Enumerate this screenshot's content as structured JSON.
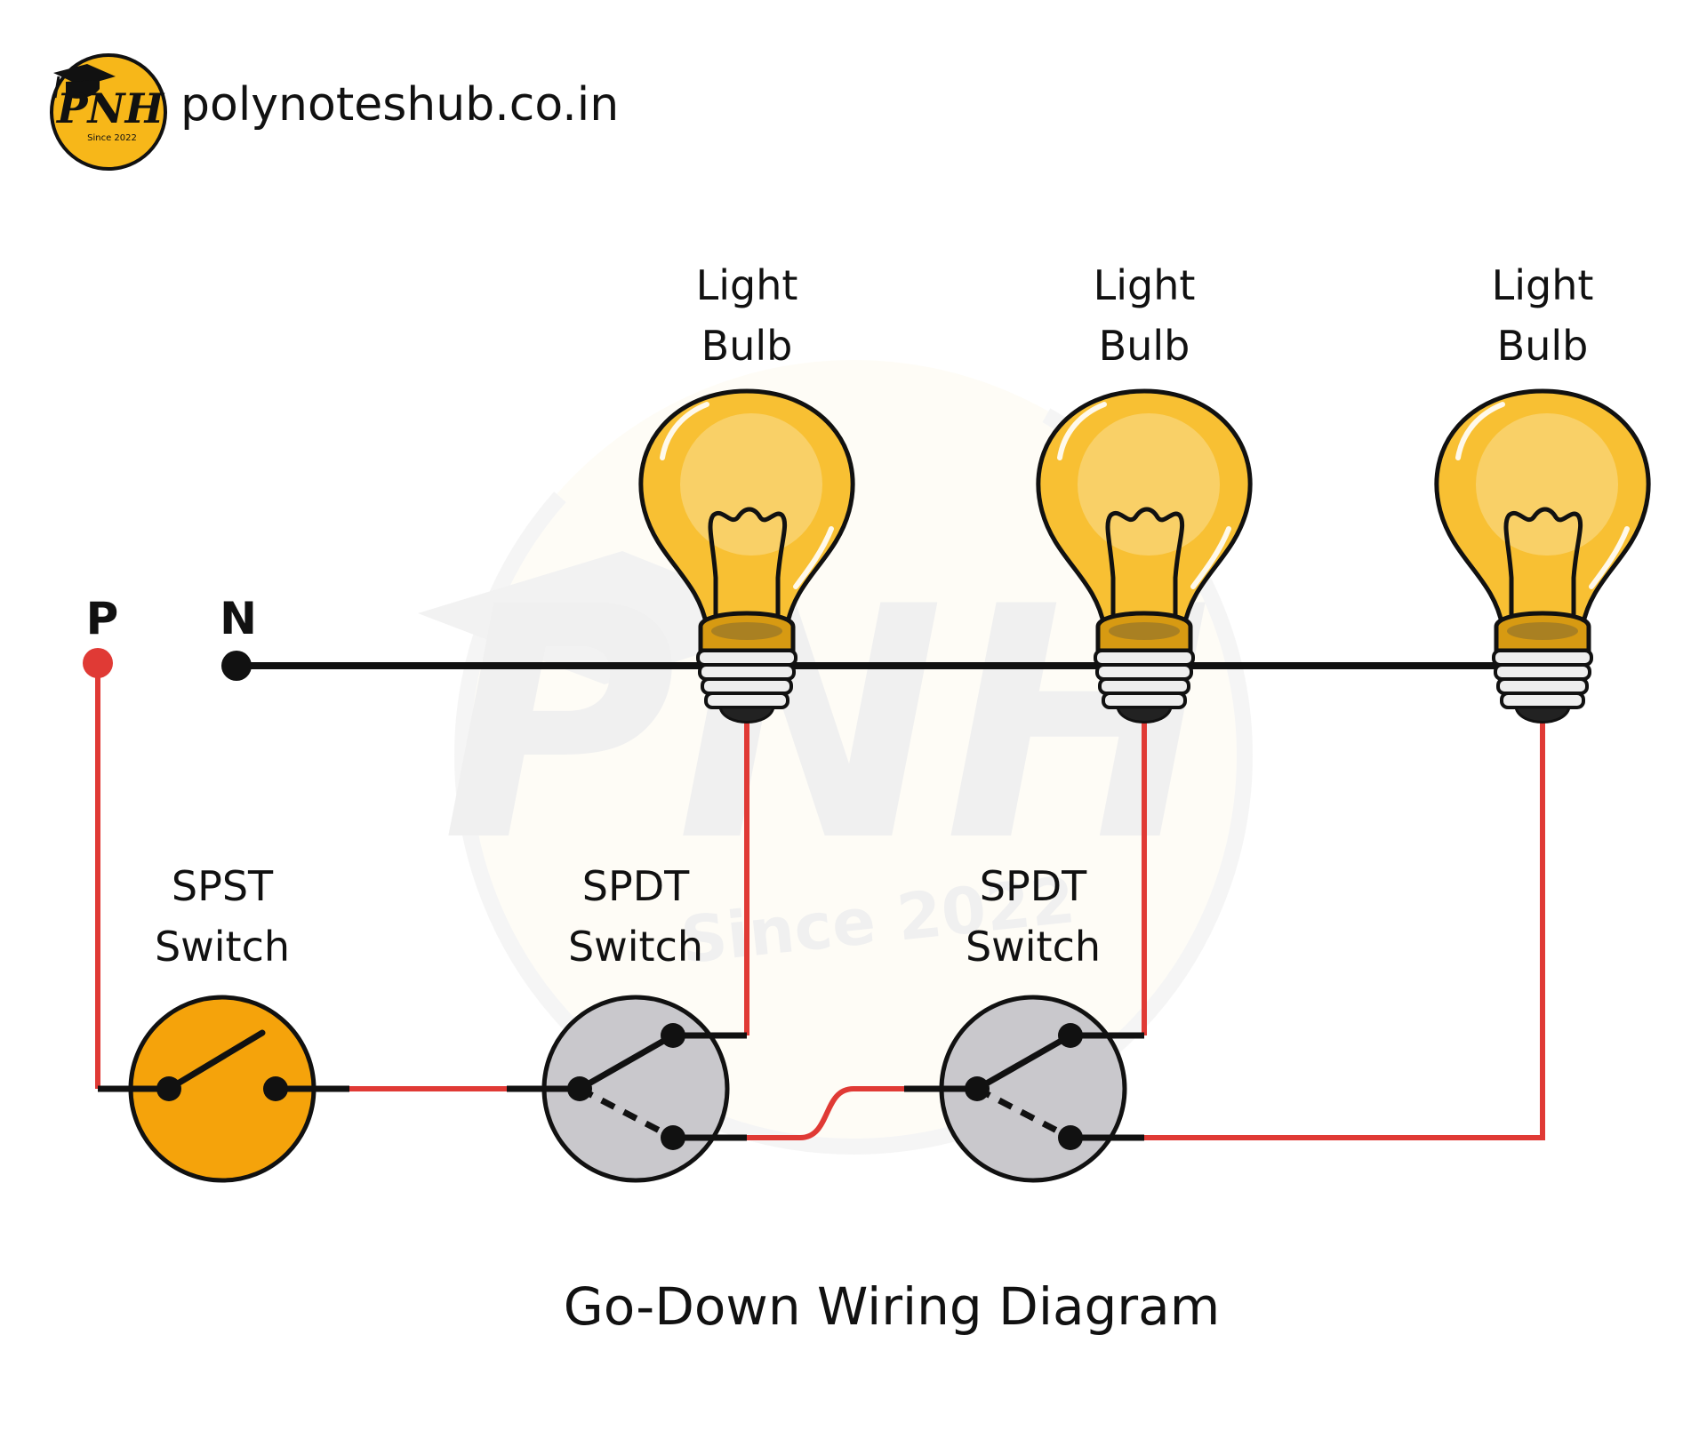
{
  "header": {
    "logo_text": "PNH",
    "logo_since": "Since 2022",
    "site": "polynoteshub.co.in"
  },
  "terminals": {
    "phase": "P",
    "neutral": "N"
  },
  "bulbs": [
    {
      "line1": "Light",
      "line2": "Bulb"
    },
    {
      "line1": "Light",
      "line2": "Bulb"
    },
    {
      "line1": "Light",
      "line2": "Bulb"
    }
  ],
  "switches": [
    {
      "line1": "SPST",
      "line2": "Switch"
    },
    {
      "line1": "SPDT",
      "line2": "Switch"
    },
    {
      "line1": "SPDT",
      "line2": "Switch"
    }
  ],
  "watermark": {
    "letters": "PNH",
    "since": "Since 2022"
  },
  "caption": "Go-Down Wiring Diagram",
  "colors": {
    "phase_wire": "#e03a35",
    "neutral_wire": "#111111",
    "bulb_glass": "#f8c033",
    "bulb_glow": "#f9d67a",
    "spst_body": "#f5a30b",
    "spdt_body": "#c9c8cc",
    "logo_yellow": "#f7b719"
  }
}
